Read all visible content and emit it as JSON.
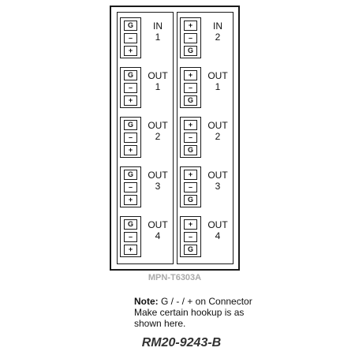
{
  "diagram": {
    "columns": [
      {
        "slots": [
          {
            "label": "IN\n1",
            "pins": [
              "G",
              "–",
              "+"
            ]
          },
          {
            "label": "OUT\n1",
            "pins": [
              "G",
              "–",
              "+"
            ]
          },
          {
            "label": "OUT\n2",
            "pins": [
              "G",
              "–",
              "+"
            ]
          },
          {
            "label": "OUT\n3",
            "pins": [
              "G",
              "–",
              "+"
            ]
          },
          {
            "label": "OUT\n4",
            "pins": [
              "G",
              "–",
              "+"
            ]
          }
        ]
      },
      {
        "slots": [
          {
            "label": "IN\n2",
            "pins": [
              "+",
              "–",
              "G"
            ]
          },
          {
            "label": "OUT\n1",
            "pins": [
              "+",
              "–",
              "G"
            ]
          },
          {
            "label": "OUT\n2",
            "pins": [
              "+",
              "–",
              "G"
            ]
          },
          {
            "label": "OUT\n3",
            "pins": [
              "+",
              "–",
              "G"
            ]
          },
          {
            "label": "OUT\n4",
            "pins": [
              "+",
              "–",
              "G"
            ]
          }
        ]
      }
    ],
    "model": "MPN-T6303A",
    "note": {
      "bold": "Note:",
      "line1": " G / - / + on Connector",
      "line2": "Make certain hookup is as",
      "line3": "shown here."
    },
    "part_number": "RM20-9243-B"
  }
}
